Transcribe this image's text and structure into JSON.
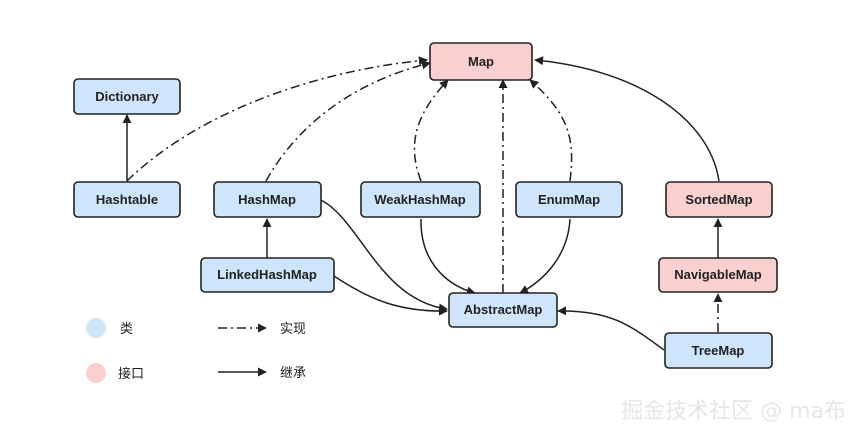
{
  "colors": {
    "class_fill": "#cfe5fb",
    "interface_fill": "#f9cfd0",
    "stroke": "#222222",
    "line": "#222222",
    "legend_class_dot": "#cfe5fb",
    "legend_interface_dot": "#f9cfd0"
  },
  "nodes": {
    "map": {
      "label": "Map",
      "kind": "interface"
    },
    "dictionary": {
      "label": "Dictionary",
      "kind": "class"
    },
    "hashtable": {
      "label": "Hashtable",
      "kind": "class"
    },
    "hashmap": {
      "label": "HashMap",
      "kind": "class"
    },
    "weakhashmap": {
      "label": "WeakHashMap",
      "kind": "class"
    },
    "enummap": {
      "label": "EnumMap",
      "kind": "class"
    },
    "sortedmap": {
      "label": "SortedMap",
      "kind": "interface"
    },
    "linkedhashmap": {
      "label": "LinkedHashMap",
      "kind": "class"
    },
    "navigablemap": {
      "label": "NavigableMap",
      "kind": "interface"
    },
    "abstractmap": {
      "label": "AbstractMap",
      "kind": "class"
    },
    "treemap": {
      "label": "TreeMap",
      "kind": "class"
    }
  },
  "edges": [
    {
      "from": "hashtable",
      "to": "dictionary",
      "type": "extends"
    },
    {
      "from": "hashtable",
      "to": "map",
      "type": "implements"
    },
    {
      "from": "hashmap",
      "to": "map",
      "type": "implements"
    },
    {
      "from": "weakhashmap",
      "to": "map",
      "type": "implements"
    },
    {
      "from": "enummap",
      "to": "map",
      "type": "implements"
    },
    {
      "from": "abstractmap",
      "to": "map",
      "type": "implements"
    },
    {
      "from": "sortedmap",
      "to": "map",
      "type": "extends"
    },
    {
      "from": "linkedhashmap",
      "to": "hashmap",
      "type": "extends"
    },
    {
      "from": "navigablemap",
      "to": "sortedmap",
      "type": "extends"
    },
    {
      "from": "treemap",
      "to": "navigablemap",
      "type": "implements"
    },
    {
      "from": "hashmap",
      "to": "abstractmap",
      "type": "extends"
    },
    {
      "from": "linkedhashmap",
      "to": "abstractmap",
      "type": "extends"
    },
    {
      "from": "weakhashmap",
      "to": "abstractmap",
      "type": "extends"
    },
    {
      "from": "enummap",
      "to": "abstractmap",
      "type": "extends"
    },
    {
      "from": "treemap",
      "to": "abstractmap",
      "type": "extends"
    }
  ],
  "legend": {
    "class_label": "类",
    "interface_label": "接口",
    "implements_label": "实现",
    "extends_label": "继承"
  },
  "watermark": "掘金技术社区 @ ma布"
}
